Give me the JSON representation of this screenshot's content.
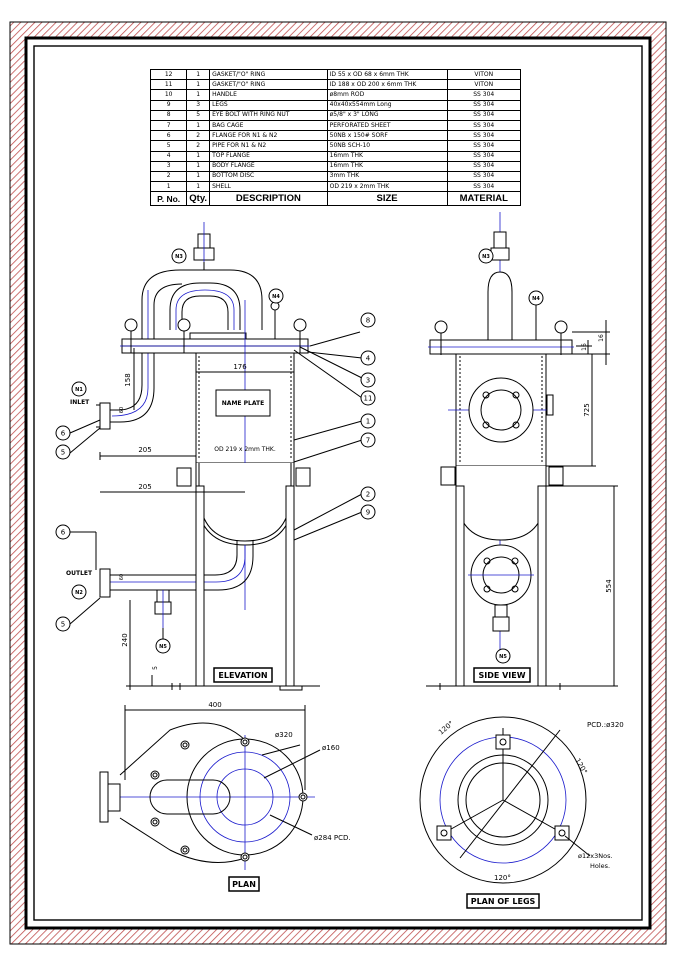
{
  "bom": {
    "rows": [
      {
        "pno": "12",
        "qty": "1",
        "desc": "GASKET/\"O\" RING",
        "size": "ID 55 x OD 68 x 6mm THK",
        "mat": "VITON"
      },
      {
        "pno": "11",
        "qty": "1",
        "desc": "GASKET/\"O\" RING",
        "size": "ID 188 x OD 200 x 6mm THK",
        "mat": "VITON"
      },
      {
        "pno": "10",
        "qty": "1",
        "desc": "HANDLE",
        "size": "ø8mm ROD",
        "mat": "SS 304"
      },
      {
        "pno": "9",
        "qty": "3",
        "desc": "LEGS",
        "size": "40x40x554mm Long",
        "mat": "SS 304"
      },
      {
        "pno": "8",
        "qty": "5",
        "desc": "EYE BOLT WITH RING NUT",
        "size": "ø5/8\" x 3\" LONG",
        "mat": "SS 304"
      },
      {
        "pno": "7",
        "qty": "1",
        "desc": "BAG CAGE",
        "size": "PERFORATED SHEET",
        "mat": "SS 304"
      },
      {
        "pno": "6",
        "qty": "2",
        "desc": "FLANGE FOR N1 & N2",
        "size": "50NB x 150# SORF",
        "mat": "SS 304"
      },
      {
        "pno": "5",
        "qty": "2",
        "desc": "PIPE FOR N1 & N2",
        "size": "50NB SCH-10",
        "mat": "SS 304"
      },
      {
        "pno": "4",
        "qty": "1",
        "desc": "TOP FLANGE",
        "size": "16mm THK",
        "mat": "SS 304"
      },
      {
        "pno": "3",
        "qty": "1",
        "desc": "BODY FLANGE",
        "size": "16mm THK",
        "mat": "SS 304"
      },
      {
        "pno": "2",
        "qty": "1",
        "desc": "BOTTOM DISC",
        "size": "3mm THK",
        "mat": "SS 304"
      },
      {
        "pno": "1",
        "qty": "1",
        "desc": "SHELL",
        "size": "OD 219 x 2mm THK",
        "mat": "SS 304"
      }
    ],
    "headers": {
      "pno": "P. No.",
      "qty": "Qty.",
      "desc": "DESCRIPTION",
      "size": "SIZE",
      "mat": "MATERIAL"
    }
  },
  "elevation": {
    "title": "ELEVATION",
    "nozzles": {
      "n1": "N1",
      "n2": "N2",
      "n3": "N3",
      "n4": "N4",
      "n5": "N5"
    },
    "inlet": "INLET",
    "outlet": "OUTLET",
    "name_plate": "NAME PLATE",
    "shell_note": "OD 219 x 2mm THK.",
    "dims": {
      "d176": "176",
      "d205a": "205",
      "d205b": "205",
      "d158": "158",
      "d60a": "60",
      "d60b": "60",
      "d240": "240",
      "d5": "5"
    },
    "balloons": [
      "8",
      "4",
      "3",
      "11",
      "1",
      "7",
      "2",
      "9",
      "6",
      "5",
      "6",
      "5"
    ]
  },
  "side_view": {
    "title": "SIDE VIEW",
    "dims": {
      "d16a": "16",
      "d16b": "16",
      "d725": "725",
      "d554": "554"
    }
  },
  "plan": {
    "title": "PLAN",
    "dims": {
      "d400": "400",
      "d320": "ø320",
      "d160": "ø160",
      "d284": "ø284 PCD."
    }
  },
  "plan_of_legs": {
    "title": "PLAN OF LEGS",
    "pcd": "PCD.:ø320",
    "ang1": "120°",
    "ang2": "120°",
    "ang3": "120°",
    "holes": "ø12x3Nos.",
    "holes2": "Holes."
  },
  "colors": {
    "center": "#1a1acc",
    "hatch": "#c05050",
    "line": "#000000"
  }
}
